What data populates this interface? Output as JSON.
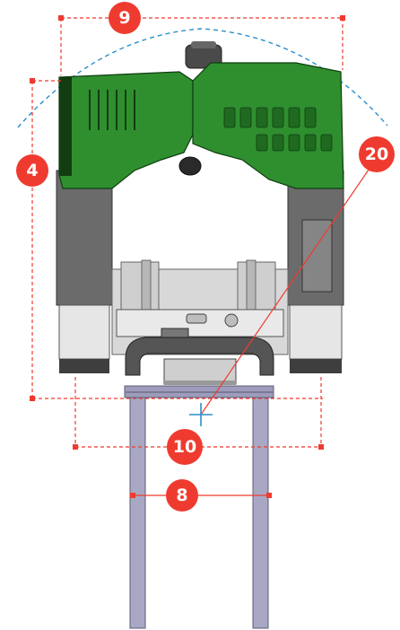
{
  "colors": {
    "callout": "#ef3b2f",
    "turning_arc": "#2b8fc8",
    "machine_green": "#2f8f2f",
    "machine_green_dark": "#1f6a20",
    "frame_grey": "#7c7c7c",
    "leg_lavender": "#a9a8c4"
  },
  "callouts": {
    "overall_width": "9",
    "height": "4",
    "turning_radius": "20",
    "track_width": "10",
    "leg_span": "8"
  },
  "icons": {
    "turning_center": "crosshair-icon"
  }
}
